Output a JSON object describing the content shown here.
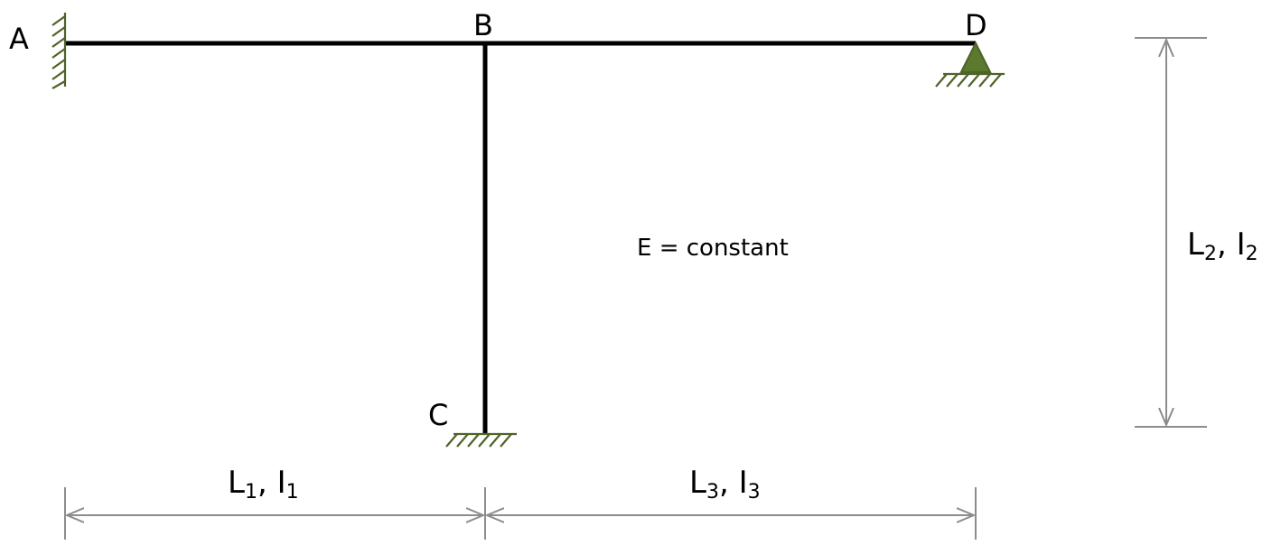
{
  "nodes": {
    "a": "A",
    "b": "B",
    "c": "C",
    "d": "D"
  },
  "note": "E = constant",
  "dims": {
    "left": {
      "L": "L",
      "l_sub": "1",
      "sep": ", ",
      "I": "I",
      "i_sub": "1"
    },
    "right": {
      "L": "L",
      "l_sub": "3",
      "sep": ", ",
      "I": "I",
      "i_sub": "3"
    },
    "vert": {
      "L": "L",
      "l_sub": "2",
      "sep": ", ",
      "I": "I",
      "i_sub": "2"
    }
  },
  "colors": {
    "member": "#000000",
    "support": "#4f6228",
    "support_fill": "#5b7a2e",
    "dimension": "#8c8c8c"
  }
}
